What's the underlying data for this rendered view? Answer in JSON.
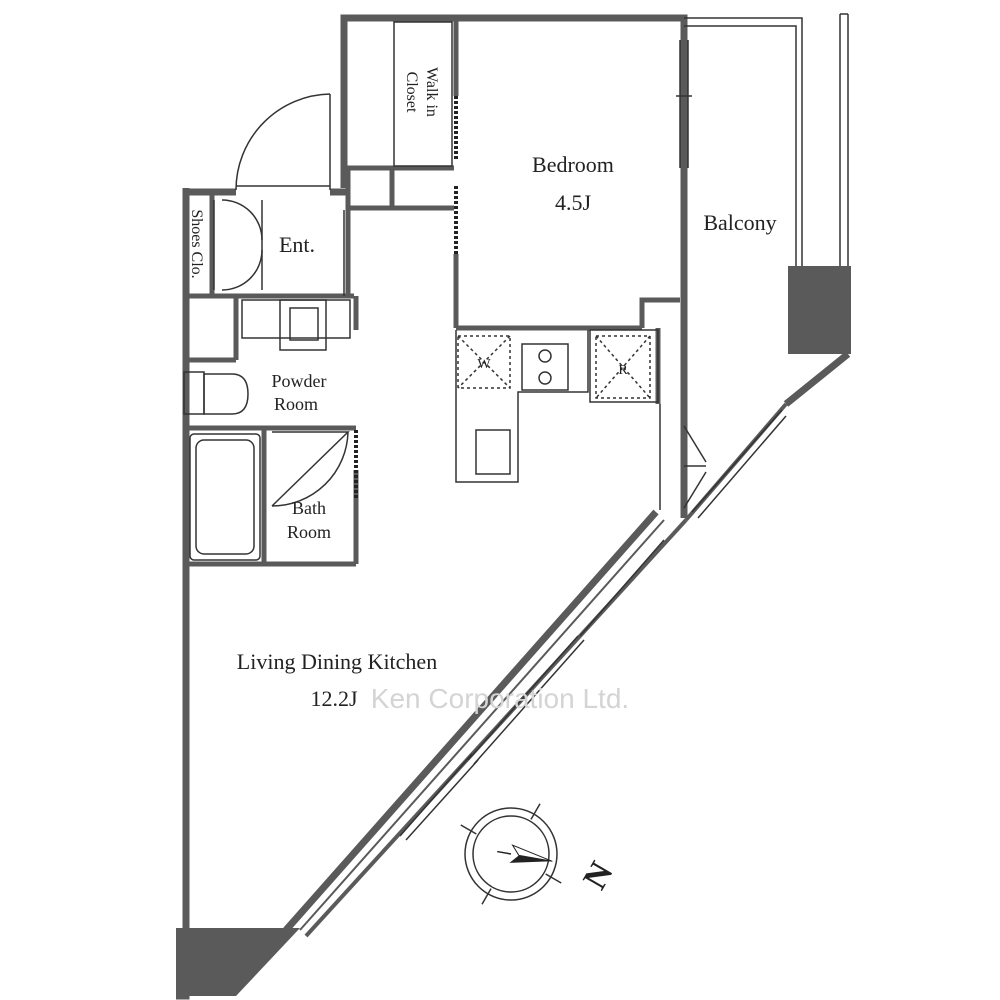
{
  "rooms": {
    "bedroom": {
      "name": "Bedroom",
      "size": "4.5J"
    },
    "balcony": {
      "name": "Balcony"
    },
    "walk_in_closet": {
      "line1": "Walk in",
      "line2": "Closet"
    },
    "entrance": {
      "name": "Ent."
    },
    "shoes_closet": {
      "name": "Shoes Clo."
    },
    "powder_room": {
      "line1": "Powder",
      "line2": "Room"
    },
    "bath_room": {
      "line1": "Bath",
      "line2": "Room"
    },
    "ldk": {
      "name": "Living Dining Kitchen",
      "size": "12.2J"
    }
  },
  "fixtures": {
    "washer_label": "W",
    "fridge_label": "R"
  },
  "compass": {
    "north_label": "N"
  },
  "watermark": "Ken Corporation Ltd.",
  "colors": {
    "wall": "#5a5a5a",
    "line": "#333333",
    "watermark": "#d4d4d4"
  }
}
